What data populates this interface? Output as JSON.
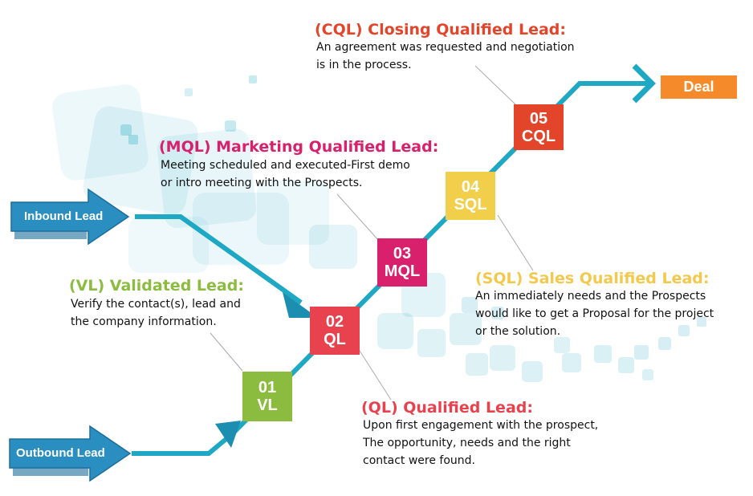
{
  "colors": {
    "path": "#1fa8c4",
    "arrow_fill": "#2a8ec0",
    "arrow_dark": "#1c6e9b",
    "deal": "#f58a2a",
    "vl": "#8cbc3f",
    "ql": "#e8424e",
    "mql": "#d8206c",
    "sql": "#f2cf4a",
    "cql": "#e2452a",
    "sql_title": "#f2c94c",
    "cql_title": "#e2452a",
    "connector": "#aaaaaa"
  },
  "inputs": {
    "inbound": "Inbound Lead",
    "outbound": "Outbound Lead"
  },
  "deal": "Deal",
  "stages": [
    {
      "num": "01",
      "abbr": "VL"
    },
    {
      "num": "02",
      "abbr": "QL"
    },
    {
      "num": "03",
      "abbr": "MQL"
    },
    {
      "num": "04",
      "abbr": "SQL"
    },
    {
      "num": "05",
      "abbr": "CQL"
    }
  ],
  "descriptions": {
    "vl": {
      "title": "(VL) Validated Lead:",
      "lines": [
        "Verify the contact(s), lead and",
        "the company information."
      ]
    },
    "ql": {
      "title": "(QL) Qualified Lead:",
      "lines": [
        "Upon first engagement with the prospect,",
        "The opportunity, needs and the right",
        "contact were found."
      ]
    },
    "mql": {
      "title": "(MQL) Marketing Qualified Lead:",
      "lines": [
        "Meeting scheduled and executed-First demo",
        "or intro meeting with the Prospects."
      ]
    },
    "sql": {
      "title": "(SQL) Sales Qualified Lead:",
      "lines": [
        "An immediately needs and the Prospects",
        "would like to get a Proposal for the project",
        "or the solution."
      ]
    },
    "cql": {
      "title": "(CQL) Closing Qualified Lead:",
      "lines": [
        "An agreement was requested and negotiation",
        "is in the process."
      ]
    }
  }
}
